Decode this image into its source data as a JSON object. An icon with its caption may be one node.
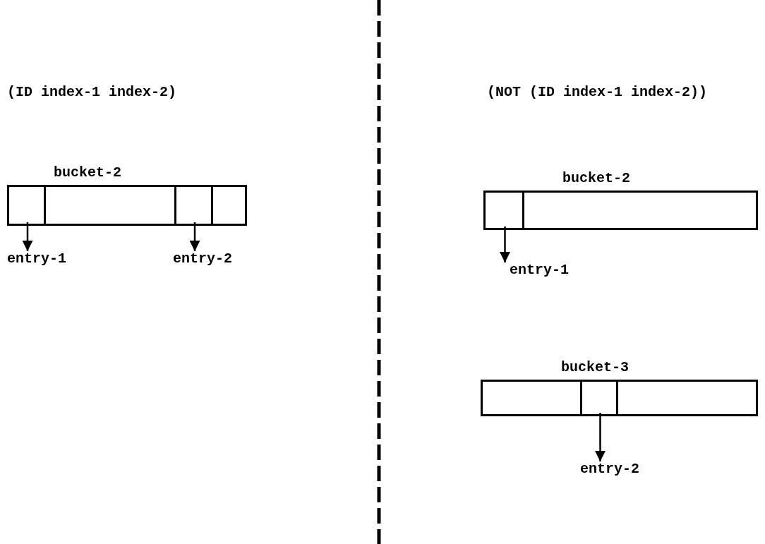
{
  "diagram": {
    "nodes": [
      {
        "text": [
          "bucket-2"
        ]
      },
      {
        "text": [],
        "shape": "box",
        "in": 0
      },
      {
        "text": [],
        "shape": "box",
        "in": 0
      },
      {
        "text": [],
        "shape": "box",
        "in": 0
      },
      {
        "text": [],
        "shape": "box",
        "in": 0
      },
      {
        "text": [
          "entry-1"
        ]
      },
      {
        "text": [
          "entry-2"
        ]
      },
      {
        "text": [
          "bucket-2"
        ]
      },
      {
        "text": [],
        "shape": "box",
        "in": 7
      },
      {
        "text": [],
        "shape": "box",
        "in": 7
      },
      {
        "text": [
          "entry-1"
        ]
      },
      {
        "text": [
          "bucket-3"
        ]
      },
      {
        "text": [],
        "shape": "box",
        "in": 11
      },
      {
        "text": [],
        "shape": "box",
        "in": 11
      },
      {
        "text": [],
        "shape": "box",
        "in": 11
      },
      {
        "text": [
          "entry-2"
        ]
      }
    ],
    "edges": [
      {
        "from": 1,
        "to": 5,
        "arrow": "to"
      },
      {
        "from": 3,
        "to": 6,
        "arrow": "to"
      },
      {
        "from": 8,
        "to": 10,
        "arrow": "to"
      },
      {
        "from": 13,
        "to": 15,
        "arrow": "to"
      }
    ],
    "labels": [
      "(ID index-1 index-2)",
      "(NOT (ID index-1 index-2))"
    ]
  }
}
